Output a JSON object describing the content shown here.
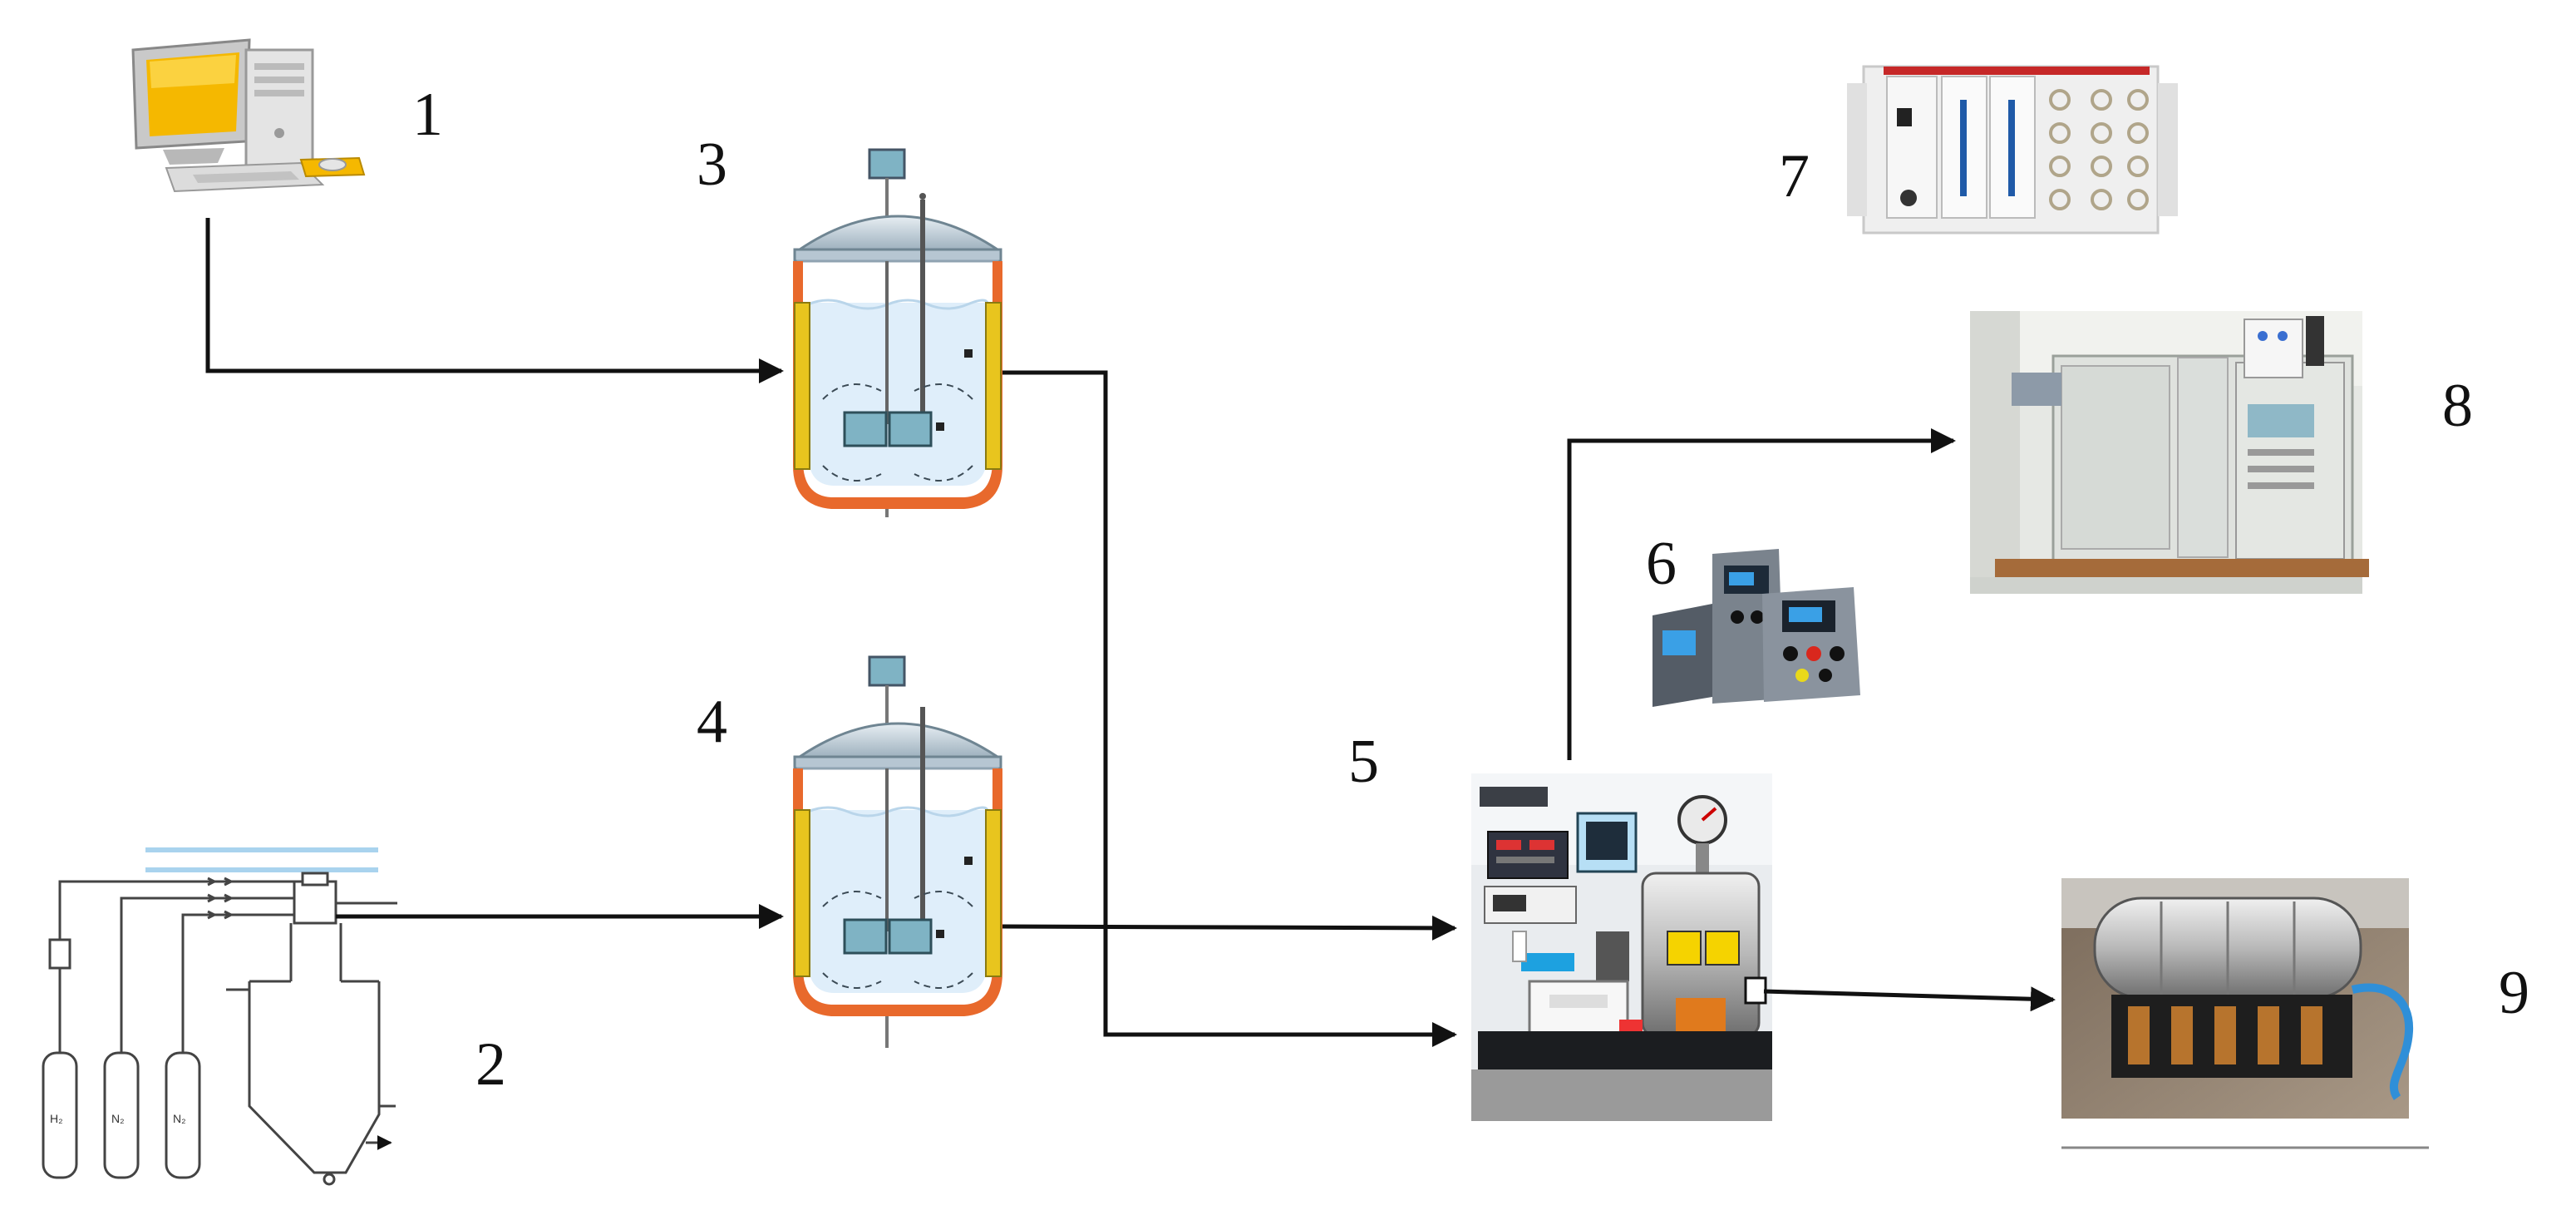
{
  "diagram": {
    "labels": {
      "computer": "1",
      "gas_generator": "2",
      "reactor_a": "3",
      "reactor_b": "4",
      "test_bench": "5",
      "controllers": "6",
      "daq": "7",
      "gas_chromatograph": "8",
      "engine_module": "9"
    },
    "cylinder_labels": [
      "H₂",
      "N₂",
      "N₂"
    ],
    "colors": {
      "arrow": "#111111",
      "jacket_orange": "#e8692c",
      "jacket_yellow": "#e8c51e",
      "liquid": "#dfeefa",
      "vessel_grey": "#a9bac6",
      "impeller": "#7fb3c4",
      "monitor_yellow": "#f5b800",
      "pipe_blue": "#a9d3ee"
    },
    "icons": [
      "computer-icon",
      "gas-generator-icon",
      "stirred-reactor-icon",
      "test-bench-icon",
      "controller-icon",
      "data-acquisition-icon",
      "gas-chromatograph-icon",
      "engine-module-icon"
    ]
  }
}
